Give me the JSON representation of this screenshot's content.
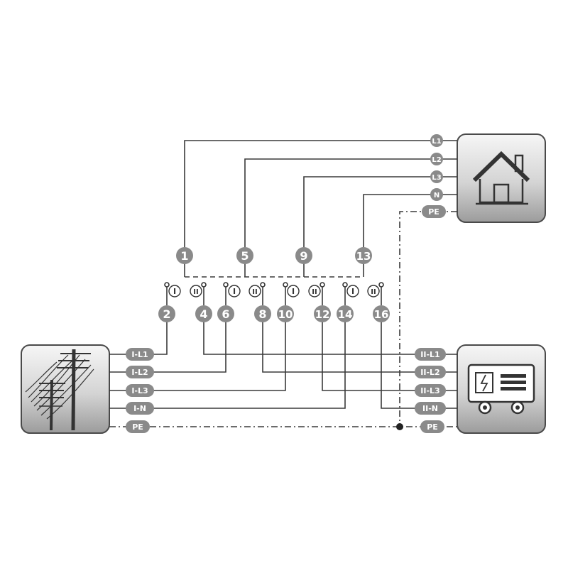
{
  "diagram": {
    "house_terminals": [
      "L1",
      "L2",
      "L3",
      "N",
      "PE"
    ],
    "grid_terminals": [
      "I-L1",
      "I-L2",
      "I-L3",
      "I-N",
      "PE"
    ],
    "generator_terminals": [
      "II-L1",
      "II-L2",
      "II-L3",
      "II-N",
      "PE"
    ],
    "switch_top_numbers": [
      "1",
      "5",
      "9",
      "13"
    ],
    "switch_bottom_numbers": [
      "2",
      "4",
      "6",
      "8",
      "10",
      "12",
      "14",
      "16"
    ],
    "position_labels": {
      "one": "I",
      "two": "II"
    },
    "colors": {
      "badge": "#8a8a8a",
      "wire": "#3a3a3a",
      "panel_light": "#f4f4f4",
      "panel_dark": "#9a9a9a",
      "panel_border": "#4a4a4a"
    },
    "icons": {
      "house": "house-icon",
      "grid": "power-pylon-icon",
      "generator": "generator-icon"
    }
  }
}
